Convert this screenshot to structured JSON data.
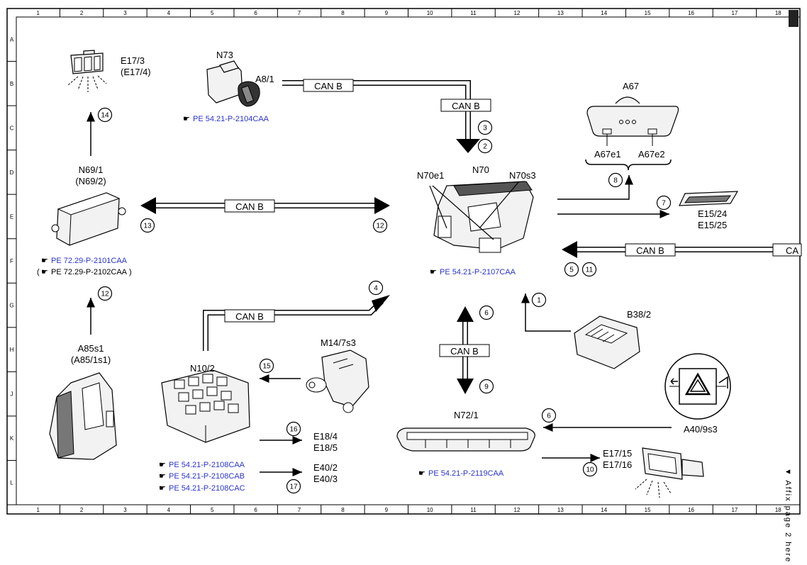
{
  "grid": {
    "columns": [
      "1",
      "2",
      "3",
      "4",
      "5",
      "6",
      "7",
      "8",
      "9",
      "10",
      "11",
      "12",
      "13",
      "14",
      "15",
      "16",
      "17",
      "18"
    ],
    "rows": [
      "A",
      "B",
      "C",
      "D",
      "E",
      "F",
      "G",
      "H",
      "J",
      "K",
      "L"
    ]
  },
  "side_note": "▼ Affix page 2 here ▼",
  "bus_label": "CAN B",
  "components": {
    "e17_3": {
      "line1": "E17/3",
      "line2": "(E17/4)"
    },
    "n73": {
      "line1": "N73"
    },
    "a8_1": {
      "line1": "A8/1"
    },
    "a67": {
      "line1": "A67"
    },
    "a67e1": {
      "line1": "A67e1"
    },
    "a67e2": {
      "line1": "A67e2"
    },
    "n69_1": {
      "line1": "N69/1",
      "line2": "(N69/2)"
    },
    "n70": {
      "line1": "N70"
    },
    "n70e1": {
      "line1": "N70e1"
    },
    "n70s3": {
      "line1": "N70s3"
    },
    "e15_24": {
      "line1": "E15/24",
      "line2": "E15/25"
    },
    "b38_2": {
      "line1": "B38/2"
    },
    "m14_7s3": {
      "line1": "M14/7s3"
    },
    "n10_2": {
      "line1": "N10/2"
    },
    "a85s1": {
      "line1": "A85s1",
      "line2": "(A85/1s1)"
    },
    "a40_9s3": {
      "line1": "A40/9s3"
    },
    "n72_1": {
      "line1": "N72/1"
    },
    "e17_15": {
      "line1": "E17/15",
      "line2": "E17/16"
    },
    "e18_4": {
      "line1": "E18/4",
      "line2": "E18/5"
    },
    "e40_2": {
      "line1": "E40/2",
      "line2": "E40/3"
    }
  },
  "references": {
    "pe_2104": "PE 54.21-P-2104CAA",
    "pe_2101": "PE 72.29-P-2101CAA",
    "pe_2102": "PE 72.29-P-2102CAA",
    "pe_2107": "PE 54.21-P-2107CAA",
    "pe_2108a": "PE 54.21-P-2108CAA",
    "pe_2108b": "PE 54.21-P-2108CAB",
    "pe_2108c": "PE 54.21-P-2108CAC",
    "pe_2119": "PE 54.21-P-2119CAA"
  },
  "signals": {
    "s1": "1",
    "s2": "2",
    "s3": "3",
    "s4": "4",
    "s5": "5",
    "s6a": "6",
    "s6b": "6",
    "s7": "7",
    "s8": "8",
    "s9": "9",
    "s10": "10",
    "s11": "11",
    "s12a": "12",
    "s12b": "12",
    "s13": "13",
    "s14": "14",
    "s15": "15",
    "s16": "16",
    "s17": "17"
  },
  "colors": {
    "reference_link": "#2b35c8"
  }
}
